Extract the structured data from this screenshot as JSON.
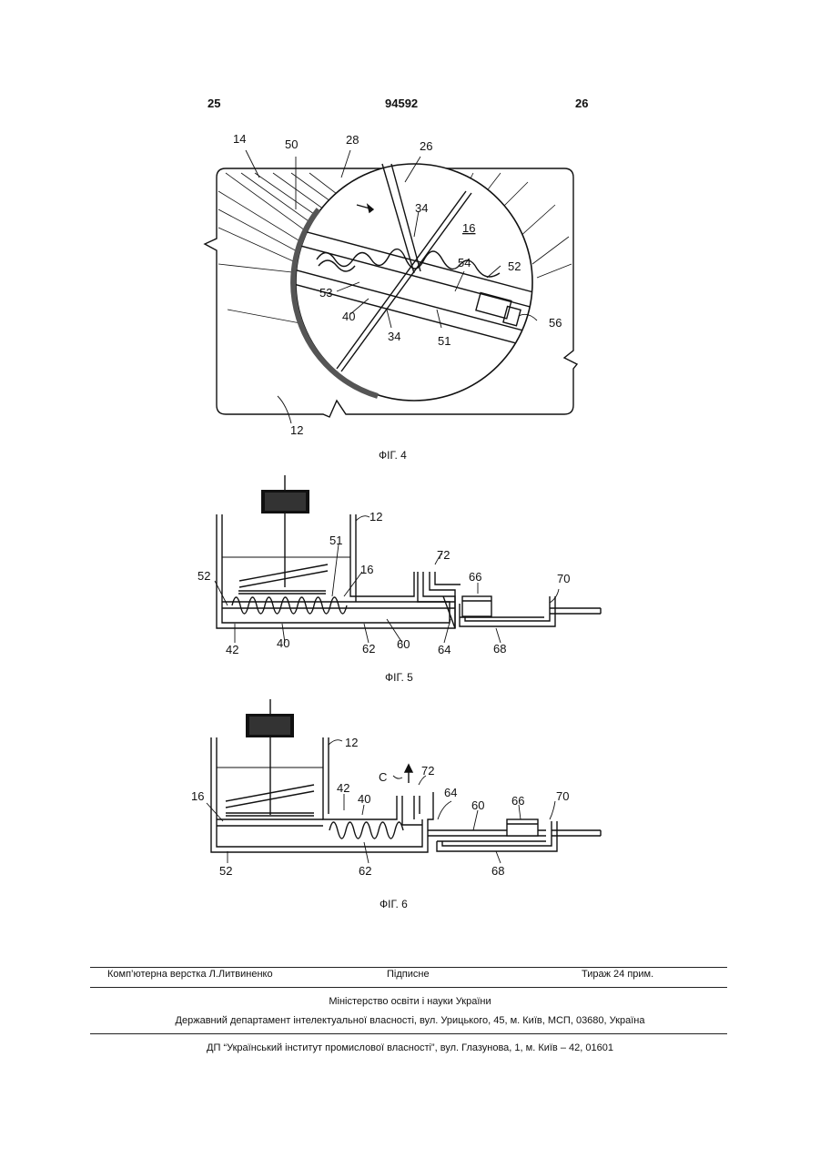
{
  "header": {
    "page_left": "25",
    "doc_number": "94592",
    "page_right": "26"
  },
  "figures": [
    {
      "caption": "ФІГ. 4",
      "labels": [
        "14",
        "50",
        "28",
        "26",
        "34",
        "16",
        "54",
        "52",
        "53",
        "40",
        "34",
        "51",
        "56",
        "12"
      ]
    },
    {
      "caption": "ФІГ. 5",
      "labels": [
        "12",
        "51",
        "16",
        "72",
        "66",
        "70",
        "52",
        "42",
        "40",
        "62",
        "60",
        "64",
        "68"
      ]
    },
    {
      "caption": "ФІГ. 6",
      "labels": [
        "12",
        "C",
        "72",
        "16",
        "42",
        "40",
        "64",
        "60",
        "66",
        "70",
        "52",
        "62",
        "68"
      ]
    }
  ],
  "footer": {
    "layout": "Комп’ютерна верстка Л.Литвиненко",
    "signed": "Підписне",
    "circulation": "Тираж 24 прим.",
    "ministry": "Міністерство освіти і науки України",
    "department": "Державний департамент інтелектуальної власності, вул. Урицького, 45, м. Київ, МСП, 03680, Україна",
    "institute": "ДП “Український інститут промислової власності”, вул. Глазунова, 1, м. Київ – 42, 01601"
  }
}
